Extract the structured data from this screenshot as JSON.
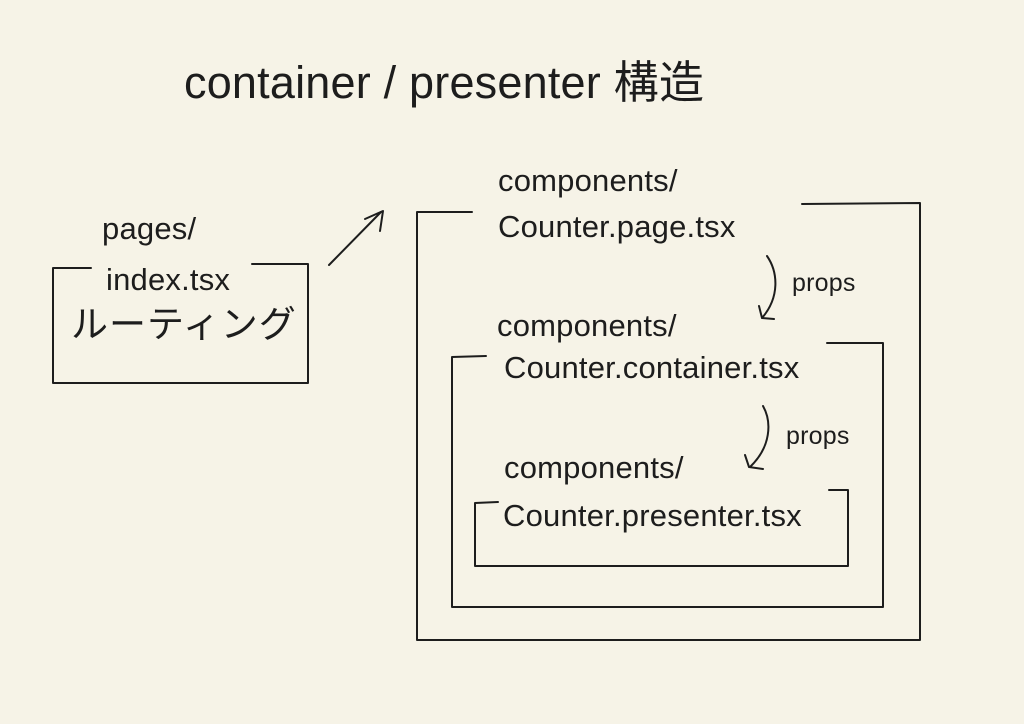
{
  "colors": {
    "background": "#f6f3e7",
    "ink": "#1d1d1d"
  },
  "title": "container / presenter 構造",
  "left_module": {
    "dir": "pages/",
    "file": "index.tsx",
    "role": "ルーティング"
  },
  "modules": [
    {
      "dir": "components/",
      "file": "Counter.page.tsx"
    },
    {
      "dir": "components/",
      "file": "Counter.container.tsx"
    },
    {
      "dir": "components/",
      "file": "Counter.presenter.tsx"
    }
  ],
  "props_arrows": [
    {
      "label": "props"
    },
    {
      "label": "props"
    }
  ]
}
